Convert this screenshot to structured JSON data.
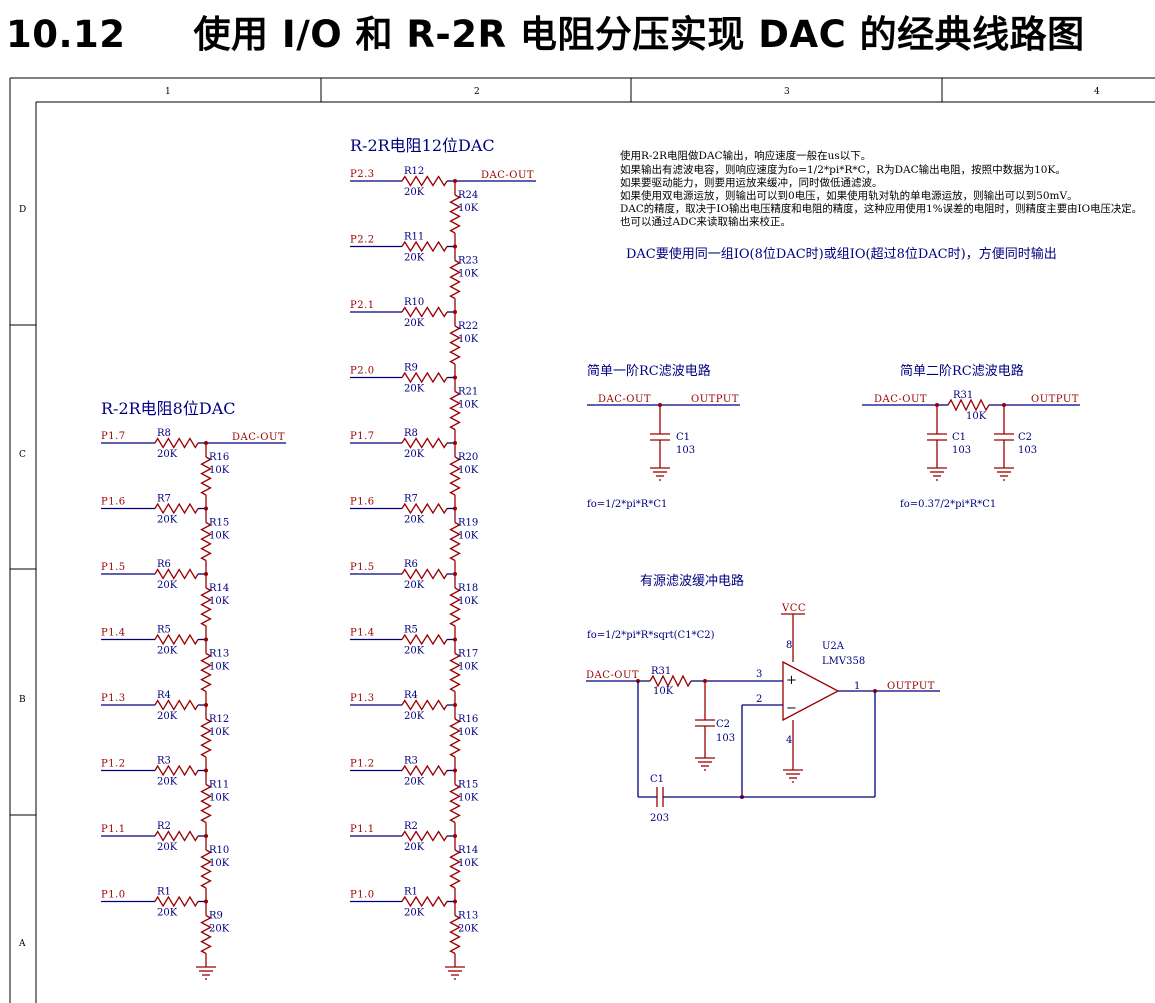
{
  "page": {
    "number": "10.12",
    "title": "使用 I/O 和 R-2R 电阻分压实现 DAC 的经典线路图"
  },
  "frame": {
    "columns": [
      "1",
      "2",
      "3",
      "4"
    ],
    "rows": [
      "D",
      "C",
      "B",
      "A"
    ]
  },
  "dac8": {
    "title": "R-2R电阻8位DAC",
    "output": "DAC-OUT",
    "pins": [
      "P1.7",
      "P1.6",
      "P1.5",
      "P1.4",
      "P1.3",
      "P1.2",
      "P1.1",
      "P1.0"
    ],
    "series": [
      {
        "ref": "R8",
        "value": "20K"
      },
      {
        "ref": "R7",
        "value": "20K"
      },
      {
        "ref": "R6",
        "value": "20K"
      },
      {
        "ref": "R5",
        "value": "20K"
      },
      {
        "ref": "R4",
        "value": "20K"
      },
      {
        "ref": "R3",
        "value": "20K"
      },
      {
        "ref": "R2",
        "value": "20K"
      },
      {
        "ref": "R1",
        "value": "20K"
      }
    ],
    "ladder": [
      {
        "ref": "R16",
        "value": "10K"
      },
      {
        "ref": "R15",
        "value": "10K"
      },
      {
        "ref": "R14",
        "value": "10K"
      },
      {
        "ref": "R13",
        "value": "10K"
      },
      {
        "ref": "R12",
        "value": "10K"
      },
      {
        "ref": "R11",
        "value": "10K"
      },
      {
        "ref": "R10",
        "value": "10K"
      },
      {
        "ref": "R9",
        "value": "20K"
      }
    ]
  },
  "dac12": {
    "title": "R-2R电阻12位DAC",
    "output": "DAC-OUT",
    "pins": [
      "P2.3",
      "P2.2",
      "P2.1",
      "P2.0",
      "P1.7",
      "P1.6",
      "P1.5",
      "P1.4",
      "P1.3",
      "P1.2",
      "P1.1",
      "P1.0"
    ],
    "series": [
      {
        "ref": "R12",
        "value": "20K"
      },
      {
        "ref": "R11",
        "value": "20K"
      },
      {
        "ref": "R10",
        "value": "20K"
      },
      {
        "ref": "R9",
        "value": "20K"
      },
      {
        "ref": "R8",
        "value": "20K"
      },
      {
        "ref": "R7",
        "value": "20K"
      },
      {
        "ref": "R6",
        "value": "20K"
      },
      {
        "ref": "R5",
        "value": "20K"
      },
      {
        "ref": "R4",
        "value": "20K"
      },
      {
        "ref": "R3",
        "value": "20K"
      },
      {
        "ref": "R2",
        "value": "20K"
      },
      {
        "ref": "R1",
        "value": "20K"
      }
    ],
    "ladder": [
      {
        "ref": "R24",
        "value": "10K"
      },
      {
        "ref": "R23",
        "value": "10K"
      },
      {
        "ref": "R22",
        "value": "10K"
      },
      {
        "ref": "R21",
        "value": "10K"
      },
      {
        "ref": "R20",
        "value": "10K"
      },
      {
        "ref": "R19",
        "value": "10K"
      },
      {
        "ref": "R18",
        "value": "10K"
      },
      {
        "ref": "R17",
        "value": "10K"
      },
      {
        "ref": "R16",
        "value": "10K"
      },
      {
        "ref": "R15",
        "value": "10K"
      },
      {
        "ref": "R14",
        "value": "10K"
      },
      {
        "ref": "R13",
        "value": "20K"
      }
    ]
  },
  "notes": [
    "使用R-2R电阻做DAC输出，响应速度一般在us以下。",
    "如果输出有滤波电容，则响应速度为fo=1/2*pi*R*C，R为DAC输出电阻，按照中数据为10K。",
    "如果要驱动能力，则要用运放来缓冲，同时做低通滤波。",
    "如果使用双电源运放，则输出可以到0电压，如果使用轨对轨的单电源运放，则输出可以到50mV。",
    "DAC的精度，取决于IO输出电压精度和电阻的精度，这种应用使用1%误差的电阻时，则精度主要由IO电压决定。",
    "也可以通过ADC来读取输出来校正。"
  ],
  "note2": "DAC要使用同一组IO(8位DAC时)或组IO(超过8位DAC时)，方便同时输出",
  "rc1": {
    "title": "简单一阶RC滤波电路",
    "in": "DAC-OUT",
    "out": "OUTPUT",
    "cap_ref": "C1",
    "cap_val": "103",
    "formula": "fo=1/2*pi*R*C1"
  },
  "rc2": {
    "title": "简单二阶RC滤波电路",
    "in": "DAC-OUT",
    "out": "OUTPUT",
    "res_ref": "R31",
    "res_val": "10K",
    "c1_ref": "C1",
    "c1_val": "103",
    "c2_ref": "C2",
    "c2_val": "103",
    "formula": "fo=0.37/2*pi*R*C1"
  },
  "active": {
    "title": "有源滤波缓冲电路",
    "formula": "fo=1/2*pi*R*sqrt(C1*C2)",
    "vcc": "VCC",
    "in": "DAC-OUT",
    "out": "OUTPUT",
    "res_ref": "R31",
    "res_val": "10K",
    "c2_ref": "C2",
    "c2_val": "103",
    "c1_ref": "C1",
    "c1_val": "203",
    "opamp_ref": "U2A",
    "opamp_part": "LMV358",
    "pin_plus": "3",
    "pin_minus": "2",
    "pin_out": "1",
    "pin_vcc": "8",
    "pin_gnd": "4",
    "plus_sign": "+",
    "minus_sign": "−"
  }
}
